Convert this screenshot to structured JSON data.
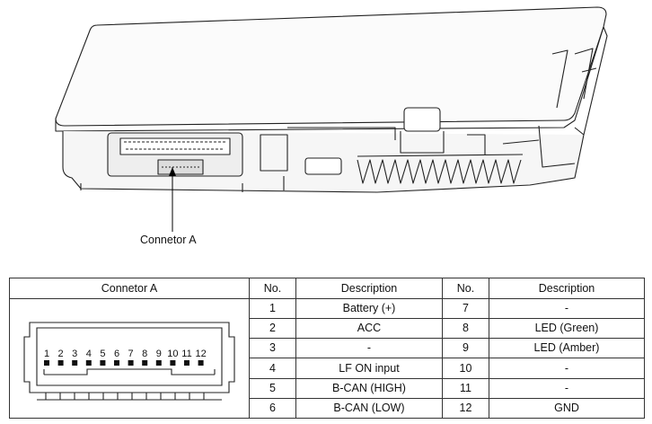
{
  "diagram": {
    "callout_label": "Connetor A"
  },
  "connector": {
    "title": "Connetor A",
    "pin_numbers": [
      "1",
      "2",
      "3",
      "4",
      "5",
      "6",
      "7",
      "8",
      "9",
      "10",
      "11",
      "12"
    ]
  },
  "table": {
    "headers": {
      "connector": "Connetor A",
      "no_left": "No.",
      "desc_left": "Description",
      "no_right": "No.",
      "desc_right": "Description"
    },
    "rows": [
      {
        "no_left": "1",
        "desc_left": "Battery (+)",
        "no_right": "7",
        "desc_right": "-"
      },
      {
        "no_left": "2",
        "desc_left": "ACC",
        "no_right": "8",
        "desc_right": "LED (Green)"
      },
      {
        "no_left": "3",
        "desc_left": "-",
        "no_right": "9",
        "desc_right": "LED (Amber)"
      },
      {
        "no_left": "4",
        "desc_left": "LF ON input",
        "no_right": "10",
        "desc_right": "-"
      },
      {
        "no_left": "5",
        "desc_left": "B-CAN (HIGH)",
        "no_right": "11",
        "desc_right": "-"
      },
      {
        "no_left": "6",
        "desc_left": "B-CAN (LOW)",
        "no_right": "12",
        "desc_right": "GND"
      }
    ]
  }
}
